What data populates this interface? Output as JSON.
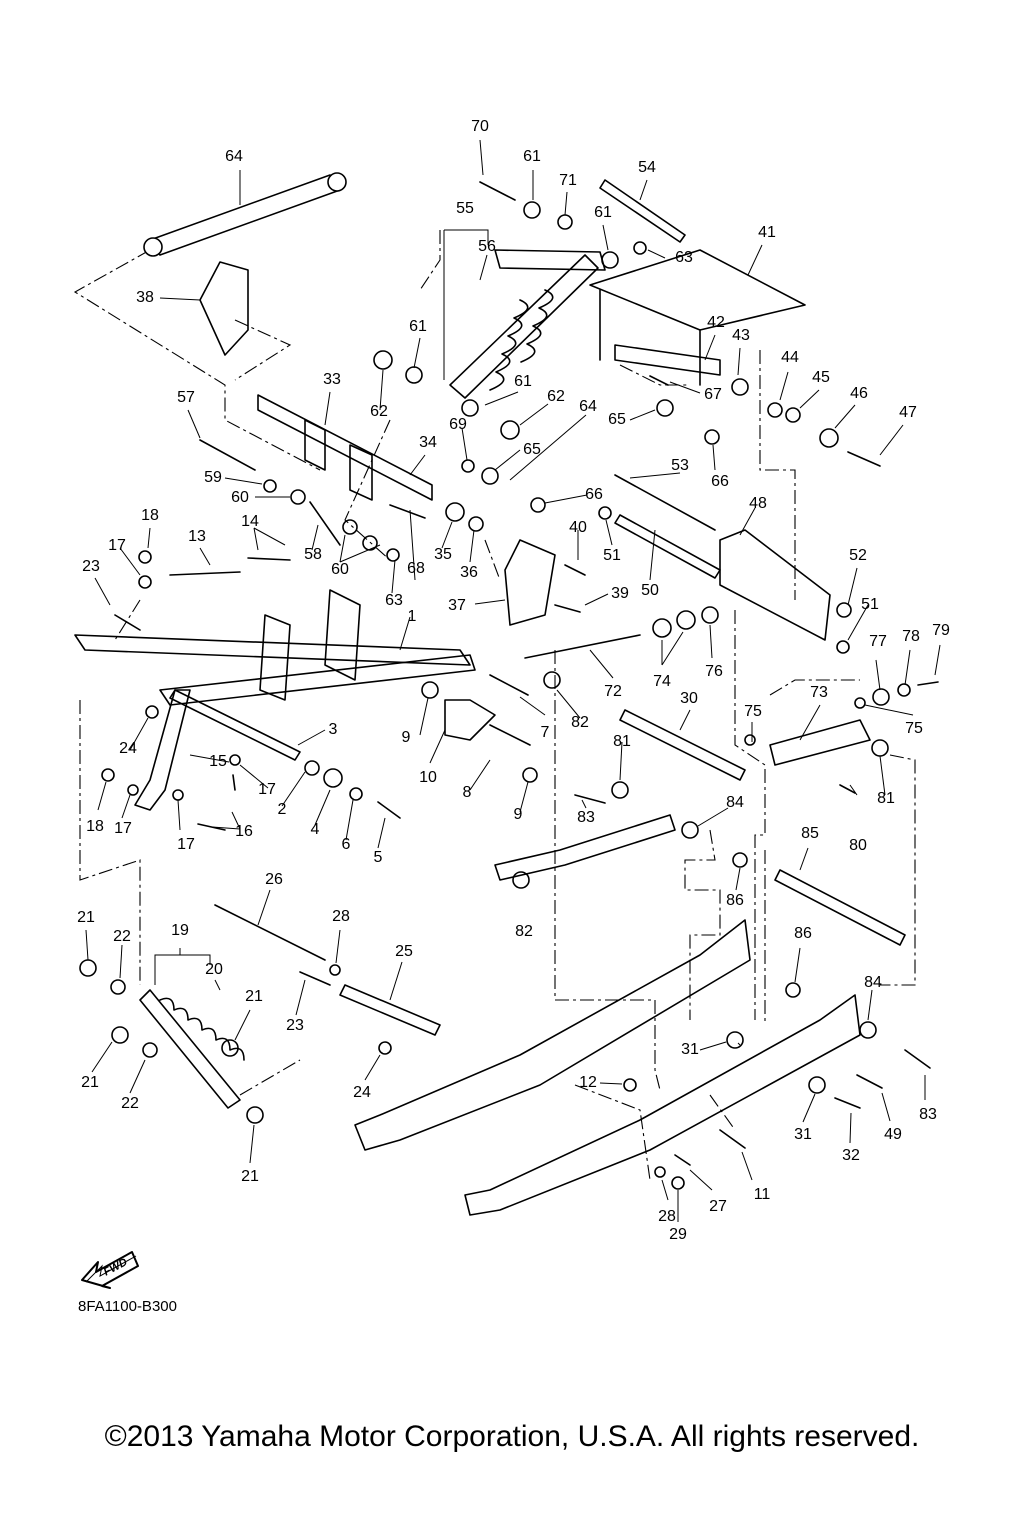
{
  "drawing_code": "8FA1100-B300",
  "copyright": "©2013 Yamaha Motor Corporation, U.S.A. All rights reserved.",
  "fwd_label": "FWD",
  "icons": [
    "fwd-arrow-icon"
  ],
  "callouts": [
    {
      "n": "1"
    },
    {
      "n": "2"
    },
    {
      "n": "3"
    },
    {
      "n": "4"
    },
    {
      "n": "5"
    },
    {
      "n": "6"
    },
    {
      "n": "7"
    },
    {
      "n": "8"
    },
    {
      "n": "9"
    },
    {
      "n": "9"
    },
    {
      "n": "10"
    },
    {
      "n": "11"
    },
    {
      "n": "12"
    },
    {
      "n": "13"
    },
    {
      "n": "14"
    },
    {
      "n": "15"
    },
    {
      "n": "16"
    },
    {
      "n": "17"
    },
    {
      "n": "17"
    },
    {
      "n": "17"
    },
    {
      "n": "17"
    },
    {
      "n": "18"
    },
    {
      "n": "18"
    },
    {
      "n": "19"
    },
    {
      "n": "20"
    },
    {
      "n": "21"
    },
    {
      "n": "21"
    },
    {
      "n": "21"
    },
    {
      "n": "21"
    },
    {
      "n": "22"
    },
    {
      "n": "22"
    },
    {
      "n": "23"
    },
    {
      "n": "23"
    },
    {
      "n": "24"
    },
    {
      "n": "24"
    },
    {
      "n": "25"
    },
    {
      "n": "26"
    },
    {
      "n": "27"
    },
    {
      "n": "28"
    },
    {
      "n": "28"
    },
    {
      "n": "29"
    },
    {
      "n": "30"
    },
    {
      "n": "31"
    },
    {
      "n": "31"
    },
    {
      "n": "32"
    },
    {
      "n": "33"
    },
    {
      "n": "34"
    },
    {
      "n": "35"
    },
    {
      "n": "36"
    },
    {
      "n": "37"
    },
    {
      "n": "38"
    },
    {
      "n": "39"
    },
    {
      "n": "40"
    },
    {
      "n": "41"
    },
    {
      "n": "42"
    },
    {
      "n": "43"
    },
    {
      "n": "44"
    },
    {
      "n": "45"
    },
    {
      "n": "46"
    },
    {
      "n": "47"
    },
    {
      "n": "48"
    },
    {
      "n": "49"
    },
    {
      "n": "50"
    },
    {
      "n": "51"
    },
    {
      "n": "51"
    },
    {
      "n": "52"
    },
    {
      "n": "53"
    },
    {
      "n": "54"
    },
    {
      "n": "55"
    },
    {
      "n": "56"
    },
    {
      "n": "57"
    },
    {
      "n": "58"
    },
    {
      "n": "59"
    },
    {
      "n": "60"
    },
    {
      "n": "60"
    },
    {
      "n": "61"
    },
    {
      "n": "61"
    },
    {
      "n": "61"
    },
    {
      "n": "61"
    },
    {
      "n": "62"
    },
    {
      "n": "62"
    },
    {
      "n": "63"
    },
    {
      "n": "63"
    },
    {
      "n": "64"
    },
    {
      "n": "64"
    },
    {
      "n": "65"
    },
    {
      "n": "65"
    },
    {
      "n": "66"
    },
    {
      "n": "66"
    },
    {
      "n": "67"
    },
    {
      "n": "68"
    },
    {
      "n": "69"
    },
    {
      "n": "70"
    },
    {
      "n": "71"
    },
    {
      "n": "72"
    },
    {
      "n": "73"
    },
    {
      "n": "74"
    },
    {
      "n": "75"
    },
    {
      "n": "75"
    },
    {
      "n": "76"
    },
    {
      "n": "77"
    },
    {
      "n": "78"
    },
    {
      "n": "79"
    },
    {
      "n": "80"
    },
    {
      "n": "81"
    },
    {
      "n": "81"
    },
    {
      "n": "82"
    },
    {
      "n": "82"
    },
    {
      "n": "83"
    },
    {
      "n": "83"
    },
    {
      "n": "84"
    },
    {
      "n": "84"
    },
    {
      "n": "85"
    },
    {
      "n": "86"
    },
    {
      "n": "86"
    }
  ]
}
